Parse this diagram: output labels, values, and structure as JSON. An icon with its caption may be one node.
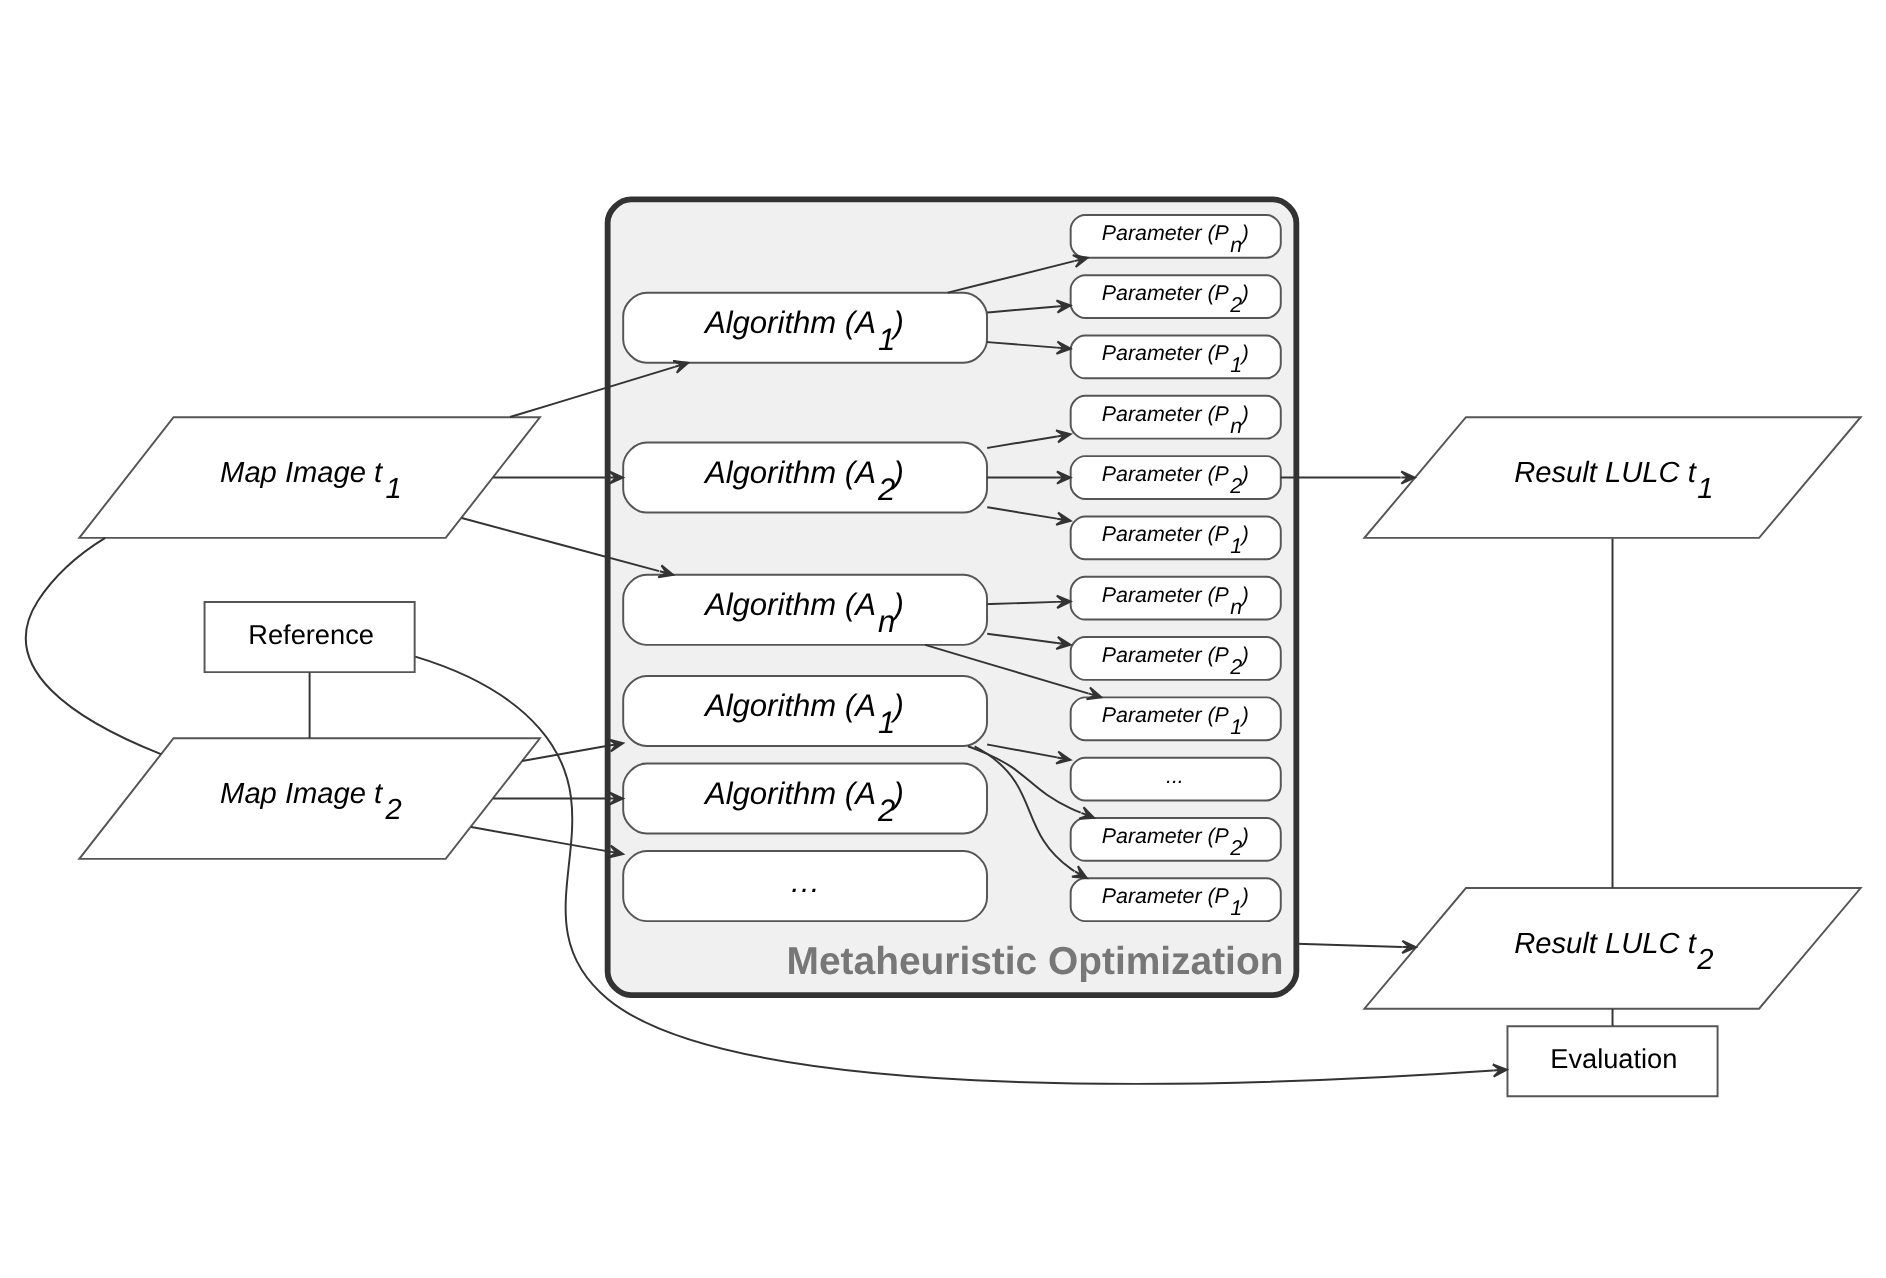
{
  "diagram": {
    "nodes": [
      {
        "text": [
          "Map Image t$_{1}$"
        ]
      },
      {
        "text": [
          "Metaheuristic Optimization"
        ]
      },
      {
        "text": [
          "Algorithm (A$_{1}$)"
        ],
        "in": 1
      },
      {
        "text": [
          "Parameter (P$_{1}$)"
        ],
        "in": 1
      },
      {
        "text": [
          "Parameter (P$_{2}$)"
        ],
        "in": 1
      },
      {
        "text": [
          "Parameter (P$_{n}$)"
        ],
        "in": 1
      },
      {
        "text": [
          "Algorithm (A$_{2}$)"
        ],
        "in": 1
      },
      {
        "text": [
          "Parameter (P$_{1}$)"
        ],
        "in": 1
      },
      {
        "text": [
          "Parameter (P$_{2}$)"
        ],
        "in": 1
      },
      {
        "text": [
          "Parameter (P$_{n}$)"
        ],
        "in": 1
      },
      {
        "text": [
          "Algorithm (A$_{n}$)"
        ],
        "in": 1
      },
      {
        "text": [
          "Parameter (P$_{1}$)"
        ],
        "in": 1
      },
      {
        "text": [
          "Parameter (P$_{2}$)"
        ],
        "in": 1
      },
      {
        "text": [
          "Parameter (P$_{n}$)"
        ],
        "in": 1
      },
      {
        "text": [
          "Algorithm (A$_{1}$)"
        ],
        "in": 1
      },
      {
        "text": [
          "Parameter (P$_{1}$)"
        ],
        "in": 1
      },
      {
        "text": [
          "Parameter (P$_{2}$)"
        ],
        "in": 1
      },
      {
        "text": [
          "..."
        ],
        "in": 1
      },
      {
        "text": [
          "Algorithm (A$_{2}$)"
        ],
        "in": 1
      },
      {
        "text": [
          "…"
        ],
        "in": 1
      },
      {
        "text": [
          "Map Image t$_{2}$"
        ]
      },
      {
        "text": [
          "Result LULC t$_{1}$"
        ]
      },
      {
        "text": [
          "Result LULC t$_{2}$"
        ]
      },
      {
        "text": [
          "Reference"
        ]
      },
      {
        "text": [
          "Evaluation"
        ]
      }
    ],
    "edges": [
      {
        "from": 0,
        "to": 2,
        "arrow": "to"
      },
      {
        "from": 0,
        "to": 6,
        "arrow": "to"
      },
      {
        "from": 0,
        "to": 10,
        "arrow": "to"
      },
      {
        "from": 2,
        "to": 3,
        "arrow": "to"
      },
      {
        "from": 2,
        "to": 4,
        "arrow": "to"
      },
      {
        "from": 2,
        "to": 5,
        "arrow": "to"
      },
      {
        "from": 6,
        "to": 7,
        "arrow": "to"
      },
      {
        "from": 6,
        "to": 8,
        "arrow": "to"
      },
      {
        "from": 6,
        "to": 9,
        "arrow": "to"
      },
      {
        "from": 10,
        "to": 11,
        "arrow": "to"
      },
      {
        "from": 10,
        "to": 12,
        "arrow": "to"
      },
      {
        "from": 10,
        "to": 13,
        "arrow": "to"
      },
      {
        "from": 20,
        "to": 14,
        "arrow": "to"
      },
      {
        "from": 20,
        "to": 18,
        "arrow": "to"
      },
      {
        "from": 20,
        "to": 19,
        "arrow": "to"
      },
      {
        "from": 14,
        "to": 15,
        "arrow": "to"
      },
      {
        "from": 14,
        "to": 16,
        "arrow": "to"
      },
      {
        "from": 14,
        "to": 17,
        "arrow": "to"
      },
      {
        "from": 8,
        "to": 21,
        "arrow": "to"
      },
      {
        "from": 1,
        "to": 22,
        "arrow": "to"
      },
      {
        "from": 0,
        "to": 20,
        "arrow": "none"
      },
      {
        "from": 20,
        "to": 23,
        "arrow": "none"
      },
      {
        "from": 21,
        "to": 22,
        "arrow": "none"
      },
      {
        "from": 22,
        "to": 24,
        "arrow": "none"
      },
      {
        "from": 23,
        "to": 24,
        "arrow": "to"
      }
    ]
  }
}
